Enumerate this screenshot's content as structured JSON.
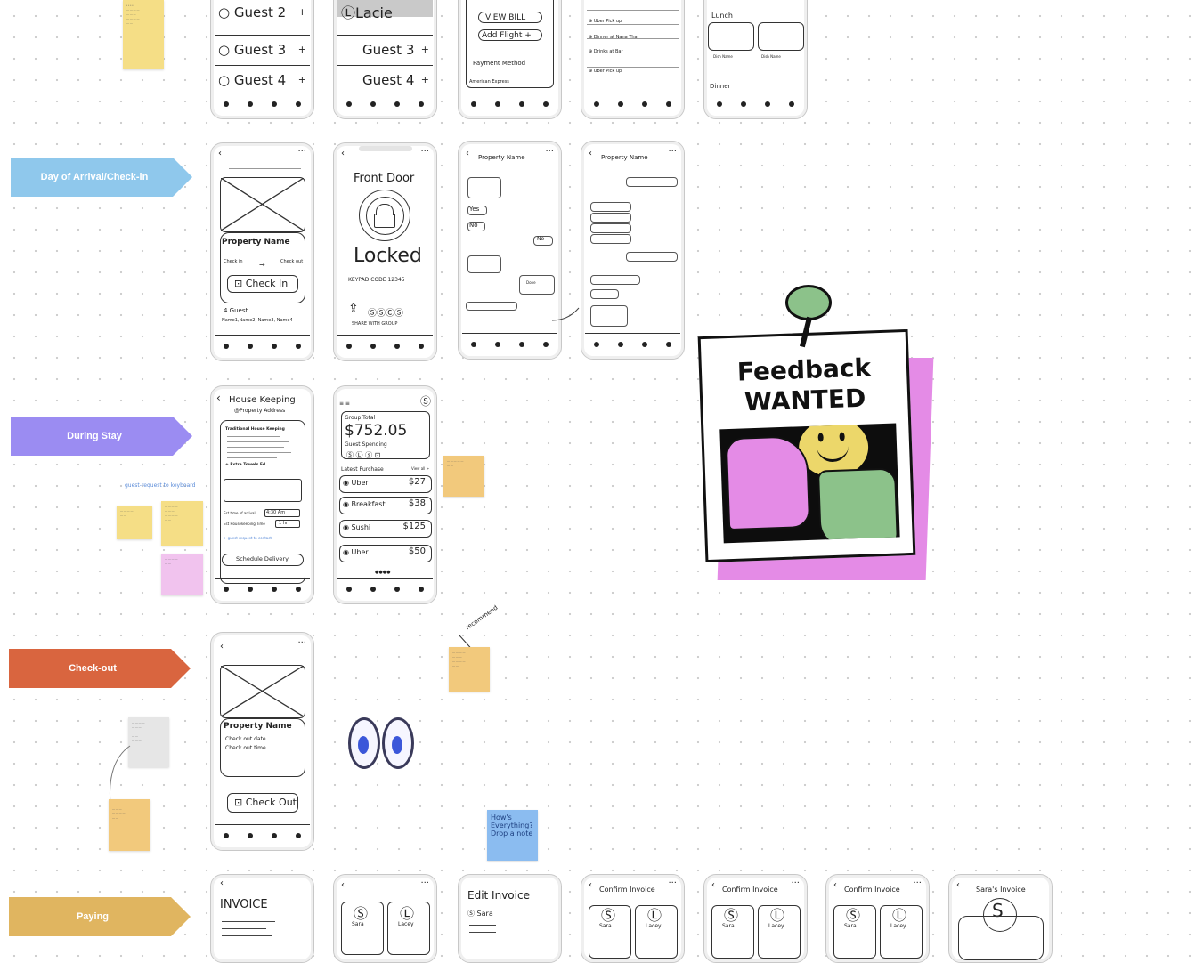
{
  "colors": {
    "arrival": "#8fc8ec",
    "during": "#9b8cf2",
    "checkout": "#d9653f",
    "paying": "#e0b560",
    "sticky_yellow": "#f5de86",
    "sticky_orange": "#f2c97c",
    "sticky_pink": "#f1c3ee",
    "sticky_blue": "#8bbcf0",
    "sticky_gray": "#e6e6e6"
  },
  "lanes": {
    "arrival": "Day of Arrival/Check-in",
    "during": "During Stay",
    "checkout": "Check-out",
    "paying": "Paying"
  },
  "row1": {
    "guests_a": [
      "Guest 2",
      "Guest 3",
      "Guest 4"
    ],
    "guests_b": [
      "Lacie",
      "Guest 3",
      "Guest 4"
    ],
    "view_bill": "VIEW BILL",
    "add_flight": "Add Flight +",
    "payment_method": "Payment Method",
    "amex": "American Express",
    "lunch": "Lunch",
    "dinner": "Dinner",
    "dish_name": "Dish Name"
  },
  "arrival": {
    "checkin_screen": {
      "property_name": "Property Name",
      "check_in_label": "Check in",
      "check_out_label": "Check out",
      "check_in_button": "Check In",
      "guests": "4 Guest",
      "names": "Name1,Name2, Name3, Name4"
    },
    "door_screen": {
      "title": "Front Door",
      "status": "Locked",
      "keypad": "KEYPAD CODE 12345",
      "share": "SHARE WITH GROUP"
    },
    "chat_a": {
      "title": "Property Name",
      "yes": "Yes",
      "no": "No",
      "no2": "No",
      "maybe": "Done"
    },
    "chat_b": {
      "title": "Property Name"
    }
  },
  "during": {
    "housekeeping": {
      "title": "House Keeping",
      "subtitle": "@Property Address",
      "section": "Traditional House Keeping",
      "extra": "+ Extra Towels Ed",
      "arrival_label": "Est time of arrival",
      "arrival_value": "4:30 Am",
      "hk_label": "Est Housekeeping Time",
      "hk_value": "1 hr",
      "request": "+ guest-request to contact",
      "schedule_button": "Schedule Delivery"
    },
    "group_total": {
      "label": "Group Total",
      "amount": "$752.05",
      "guest_spending": "Guest Spending",
      "latest": "Latest Purchase",
      "view_all": "View all >",
      "items": [
        {
          "name": "Uber",
          "price": "$27"
        },
        {
          "name": "Breakfast",
          "price": "$38"
        },
        {
          "name": "Sushi",
          "price": "$125"
        },
        {
          "name": "Uber",
          "price": "$50"
        }
      ]
    },
    "note_link": "guest-request to keyboard"
  },
  "checkout": {
    "property_name": "Property Name",
    "checkout_date": "Check out date",
    "checkout_time": "Check out time",
    "button": "Check Out",
    "annotation": "recommend"
  },
  "paying": {
    "invoice": "INVOICE",
    "edit_invoice": "Edit Invoice",
    "sara": "Sara",
    "lacey": "Lacey",
    "confirm": "Confirm Invoice",
    "sara_invoice": "Sara's Invoice"
  },
  "feedback": {
    "line1": "Feedback",
    "line2": "WANTED"
  },
  "blue_note": "How's Everything? Drop a note",
  "icons": [
    "pushpin-icon",
    "thumbs-down-icon",
    "thumbs-up-icon",
    "smiley-icon",
    "eyes-emoji-icon",
    "lock-icon",
    "back-arrow-icon",
    "more-icon",
    "share-icon"
  ]
}
